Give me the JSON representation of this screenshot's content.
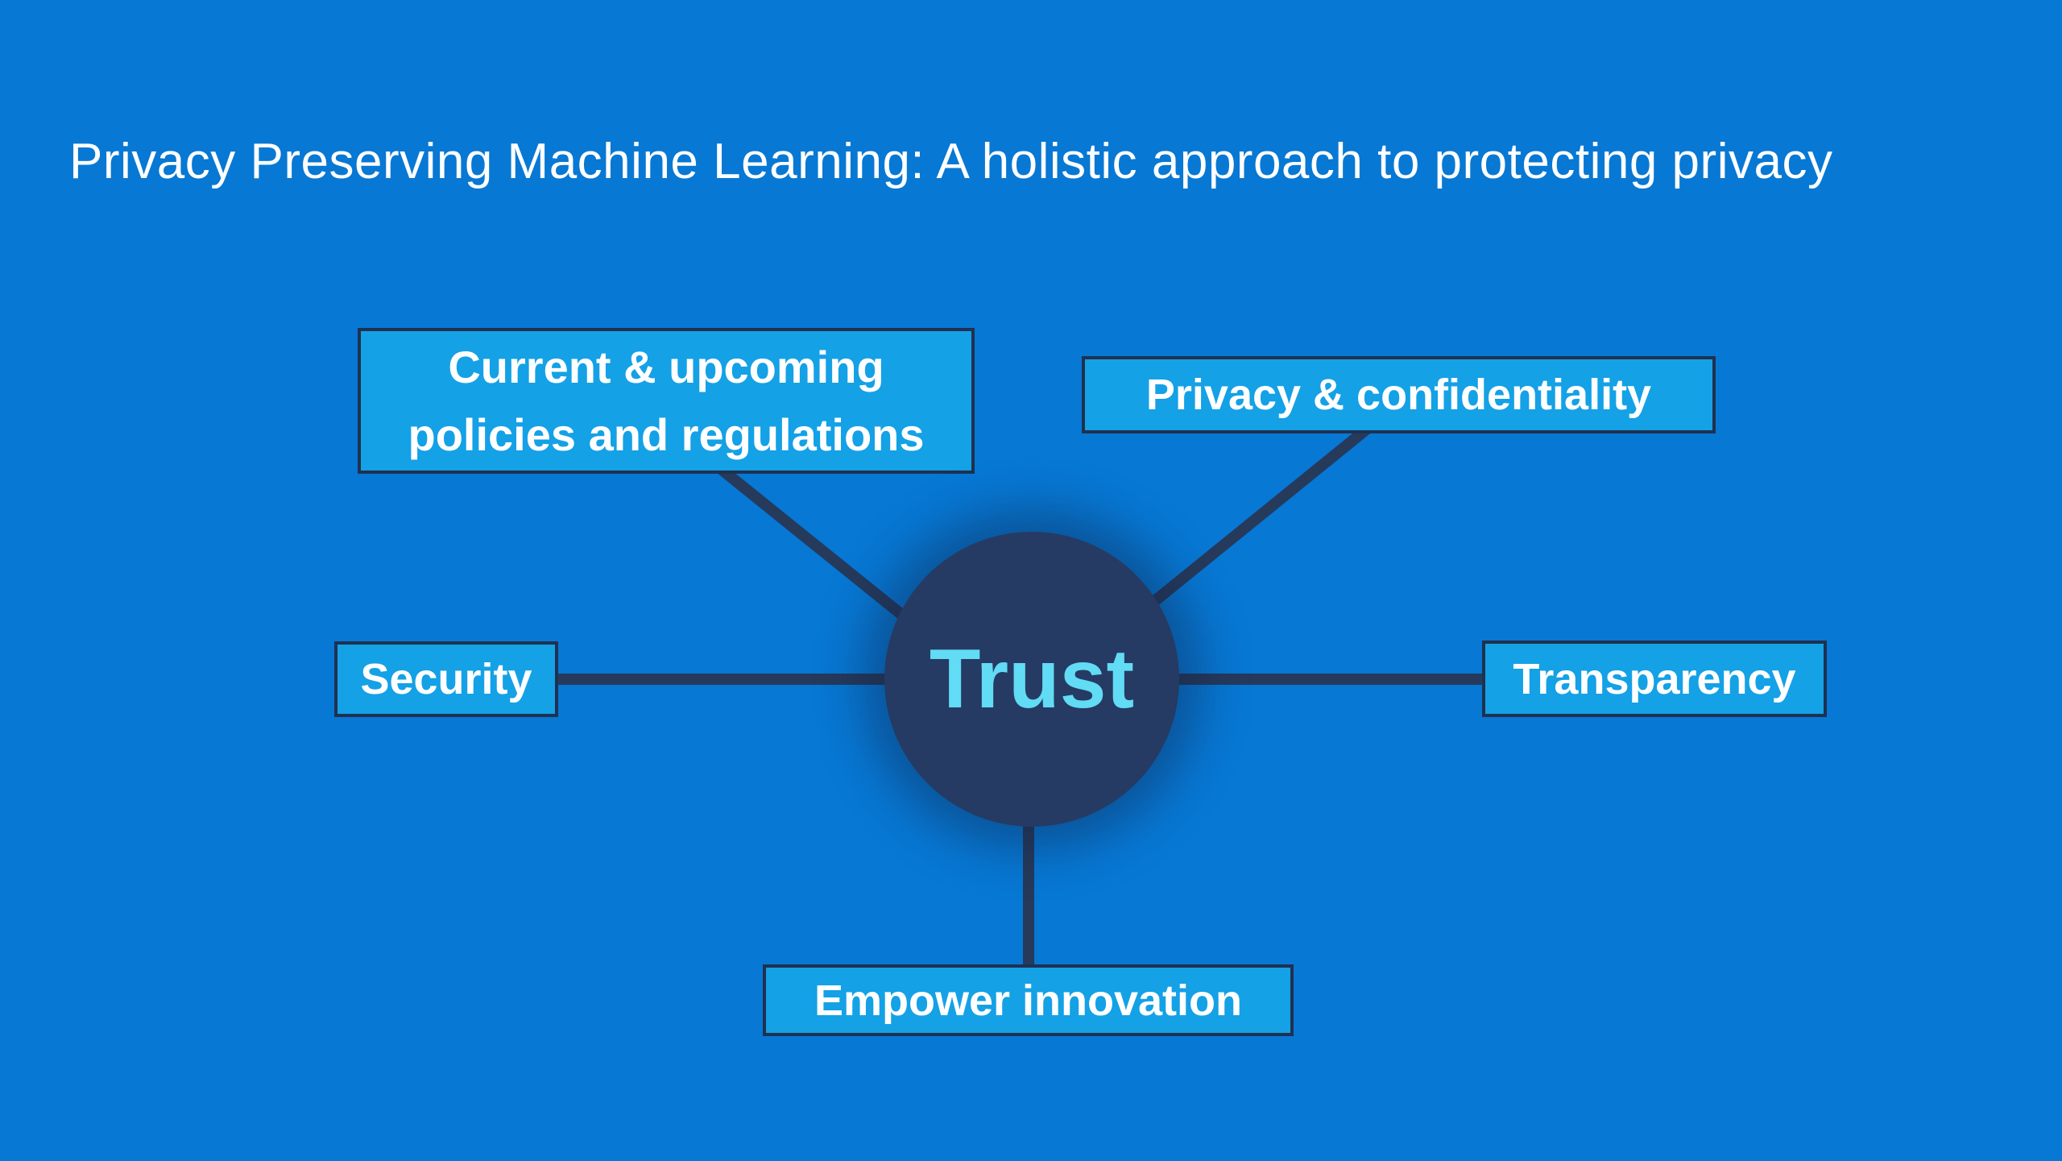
{
  "slide": {
    "title": "Privacy Preserving Machine Learning: A holistic approach to protecting privacy"
  },
  "diagram": {
    "type": "radial-mind-map",
    "center": {
      "id": "trust",
      "label": "Trust"
    },
    "nodes": [
      {
        "id": "policies",
        "label": "Current & upcoming policies and regulations",
        "line1": "Current & upcoming",
        "line2": "policies and regulations"
      },
      {
        "id": "privacy",
        "label": "Privacy & confidentiality"
      },
      {
        "id": "security",
        "label": "Security"
      },
      {
        "id": "transparency",
        "label": "Transparency"
      },
      {
        "id": "empower",
        "label": "Empower innovation"
      }
    ],
    "edges": [
      {
        "from": "trust",
        "to": "policies"
      },
      {
        "from": "trust",
        "to": "privacy"
      },
      {
        "from": "trust",
        "to": "security"
      },
      {
        "from": "trust",
        "to": "transparency"
      },
      {
        "from": "trust",
        "to": "empower"
      }
    ]
  },
  "colors": {
    "background": "#0778d4",
    "node_fill": "#14a1e6",
    "node_border": "#1f3150",
    "connector": "#263a5c",
    "center_fill": "#253b63",
    "center_text": "#62dbf5",
    "label_text": "#ffffff",
    "title_text": "#ffffff"
  }
}
